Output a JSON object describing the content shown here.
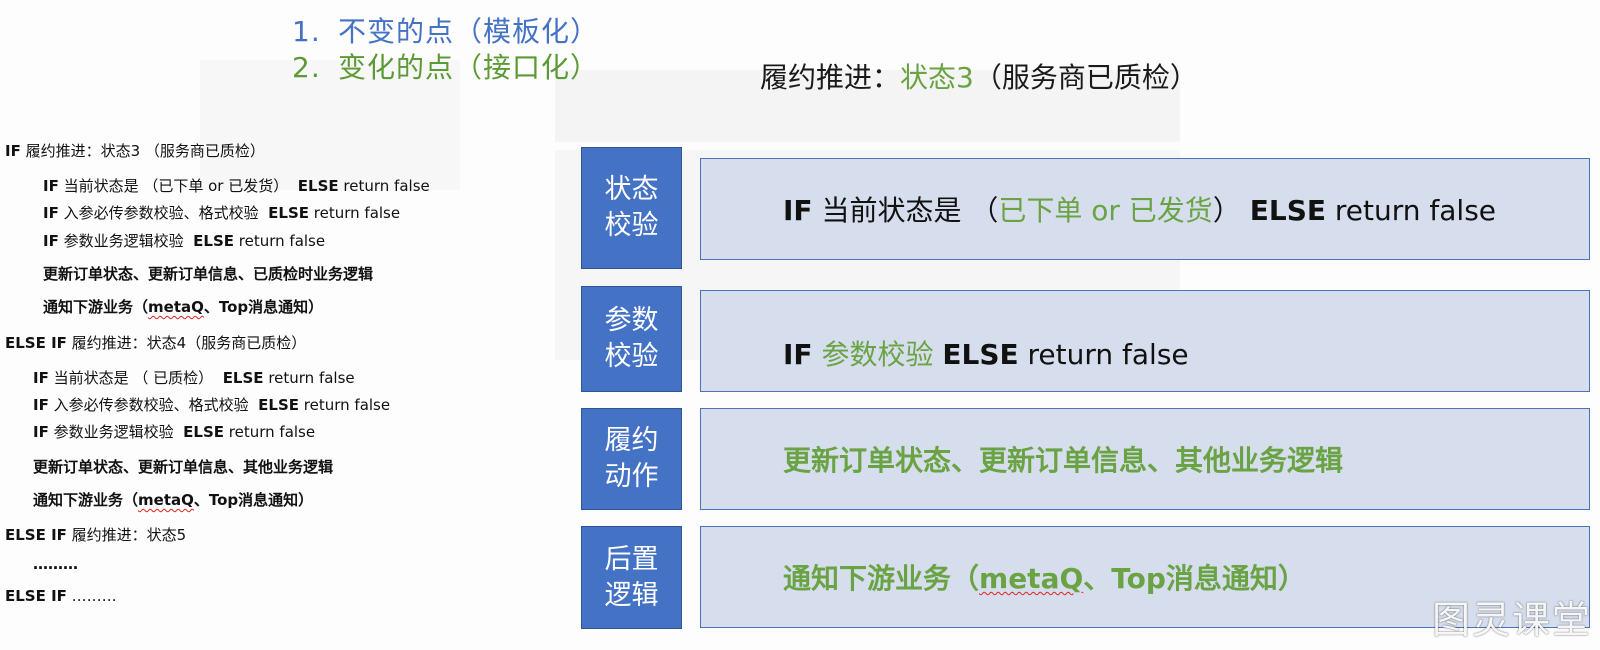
{
  "heading_list": [
    {
      "number": "1.",
      "text": "不变的点（模板化）",
      "color": "#4472c4"
    },
    {
      "number": "2.",
      "text": "变化的点（接口化）",
      "color": "#5b9a34"
    }
  ],
  "right_title": {
    "prefix": "履约推进：",
    "state": "状态3",
    "suffix": "（服务商已质检）"
  },
  "code": {
    "line1": {
      "kw": "IF",
      "text": " 履约推进：状态3 （服务商已质检）"
    },
    "line2": {
      "kw": "IF",
      "text": " 当前状态是 （已下单 or 已发货）",
      "kw2": "ELSE",
      "text2": " return false"
    },
    "line3": {
      "kw": "IF",
      "text": " 入参必传参数校验、格式校验",
      "kw2": "ELSE",
      "text2": " return false"
    },
    "line4": {
      "kw": "IF",
      "text": " 参数业务逻辑校验",
      "kw2": "ELSE",
      "text2": " return false"
    },
    "line5": {
      "text": "更新订单状态、更新订单信息、已质检时业务逻辑"
    },
    "line6": {
      "pre": "通知下游业务（",
      "squiggle": "metaQ",
      "post": "、Top消息通知）"
    },
    "line7": {
      "kw": "ELSE IF",
      "text": " 履约推进：状态4（服务商已质检）"
    },
    "line8": {
      "kw": "IF",
      "text": " 当前状态是 （ 已质检）",
      "kw2": "ELSE",
      "text2": " return false"
    },
    "line9": {
      "kw": "IF",
      "text": " 入参必传参数校验、格式校验",
      "kw2": "ELSE",
      "text2": " return false"
    },
    "line10": {
      "kw": "IF",
      "text": " 参数业务逻辑校验",
      "kw2": "ELSE",
      "text2": " return false"
    },
    "line11": {
      "text": "更新订单状态、更新订单信息、其他业务逻辑"
    },
    "line12": {
      "pre": "通知下游业务（",
      "squiggle": "metaQ",
      "post": "、Top消息通知）"
    },
    "line13": {
      "kw": "ELSE IF",
      "text": " 履约推进：状态5"
    },
    "line14": {
      "text": "………"
    },
    "line15": {
      "kw": "ELSE IF",
      "text": " ………"
    }
  },
  "stages": [
    {
      "label_top": "状态",
      "label_bottom": "校验",
      "content": {
        "kw": "IF",
        "pre": " 当前状态是 （",
        "green": "已下单 or 已发货",
        "post": "） ",
        "kw2": "ELSE",
        "tail": " return false"
      }
    },
    {
      "label_top": "参数",
      "label_bottom": "校验",
      "content": {
        "kw": "IF",
        "green": " 参数校验 ",
        "kw2": "ELSE",
        "tail": " return false"
      }
    },
    {
      "label_top": "履约",
      "label_bottom": "动作",
      "content": {
        "text": "更新订单状态、更新订单信息、其他业务逻辑"
      }
    },
    {
      "label_top": "后置",
      "label_bottom": "逻辑",
      "content": {
        "pre": "通知下游业务（",
        "squiggle": "metaQ",
        "post": "、Top消息通知）"
      }
    }
  ],
  "watermark": "图灵课堂",
  "colors": {
    "blue_label": "#4472c4",
    "box_fill": "#d6deed",
    "box_border": "#4e73b8",
    "green_text": "#6aa343",
    "heading_blue": "#4472c4",
    "heading_green": "#5b9a34"
  }
}
